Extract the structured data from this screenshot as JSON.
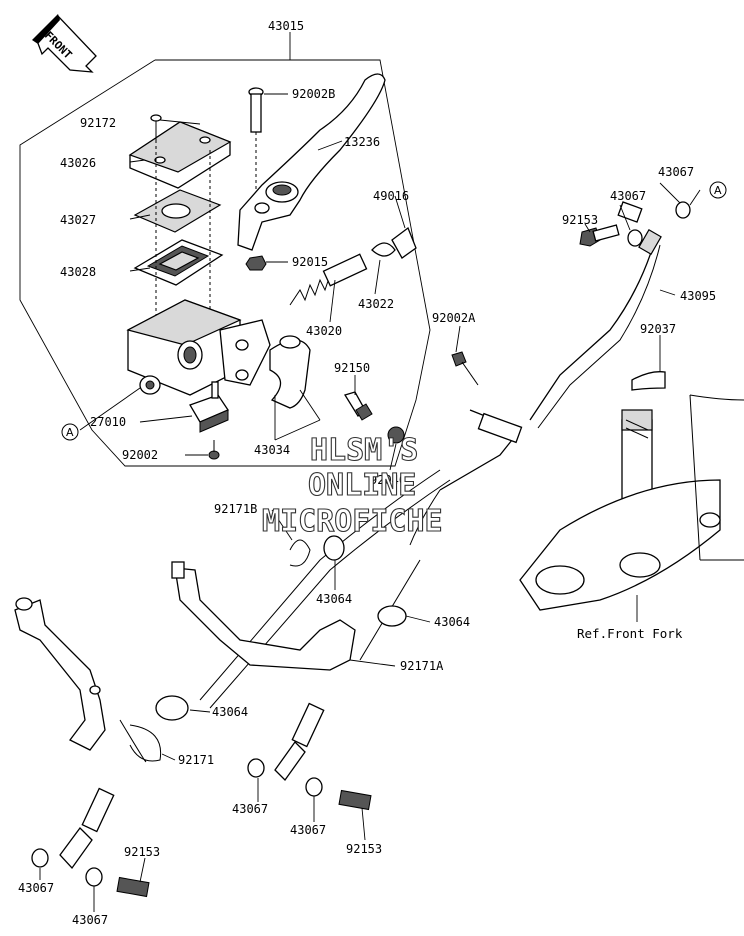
{
  "diagram": {
    "front_arrow_label": "FRONT",
    "watermark": [
      "HLSM'S",
      "ONLINE",
      "MICROFICHE"
    ],
    "ref_note": "Ref.Front Fork",
    "connector_marker": "A",
    "part_labels": [
      "43015",
      "92002B",
      "92172",
      "13236",
      "43026",
      "43067",
      "43067",
      "49016",
      "43027",
      "92153",
      "43095",
      "43028",
      "92015",
      "43022",
      "92002A",
      "92037",
      "43020",
      "92150",
      "27010",
      "43034",
      "92002",
      "92046",
      "92171B",
      "43064",
      "43064",
      "92171A",
      "43064",
      "92171",
      "43067",
      "43067",
      "92153",
      "92153",
      "43067",
      "43067"
    ]
  }
}
